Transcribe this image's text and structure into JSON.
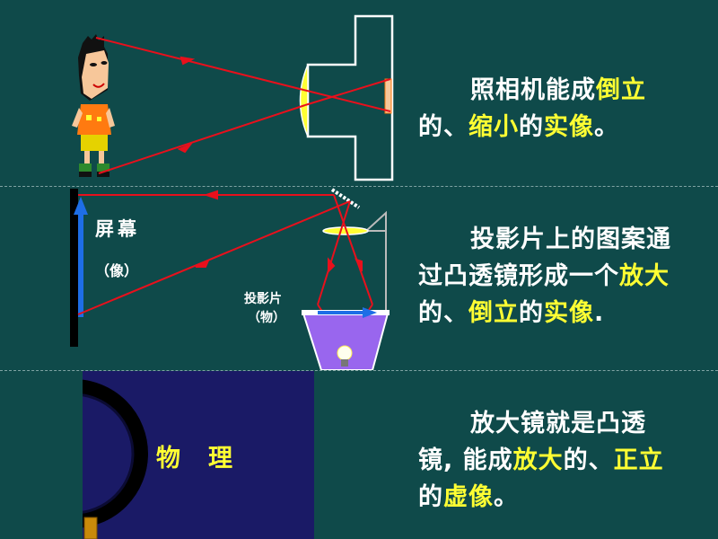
{
  "sections": [
    {
      "text": [
        {
          "t": "照相机能成",
          "hl": false
        },
        {
          "t": "倒立",
          "hl": true
        },
        {
          "t": "的、",
          "hl": false
        },
        {
          "t": "缩小",
          "hl": true
        },
        {
          "t": "的",
          "hl": false
        },
        {
          "t": "实像",
          "hl": true
        },
        {
          "t": "。",
          "hl": false
        }
      ]
    },
    {
      "text": [
        {
          "t": "投影片上的图案通过凸透镜形成一个",
          "hl": false
        },
        {
          "t": "放大",
          "hl": true
        },
        {
          "t": "的、",
          "hl": false
        },
        {
          "t": "倒立",
          "hl": true
        },
        {
          "t": "的",
          "hl": false
        },
        {
          "t": "实像",
          "hl": true
        },
        {
          "t": ".",
          "hl": false
        }
      ]
    },
    {
      "text": [
        {
          "t": "放大镜就是凸透镜, 能成",
          "hl": false
        },
        {
          "t": "放大",
          "hl": true
        },
        {
          "t": "的、",
          "hl": false
        },
        {
          "t": "正立",
          "hl": true
        },
        {
          "t": "的",
          "hl": false
        },
        {
          "t": "虚像",
          "hl": true
        },
        {
          "t": "。",
          "hl": false
        }
      ]
    }
  ],
  "projector": {
    "screen_label": "屏幕",
    "image_label": "（像）",
    "slide_label": "投影片",
    "object_label": "（物）"
  },
  "magnifier": {
    "label": "物　理"
  },
  "colors": {
    "background": "#0f4a4a",
    "highlight": "#ffff33",
    "ray": "#e8101c",
    "arrow": "#1e6ee6",
    "slide_box": "#9966ee",
    "magnifier_panel": "#1a1a66"
  }
}
